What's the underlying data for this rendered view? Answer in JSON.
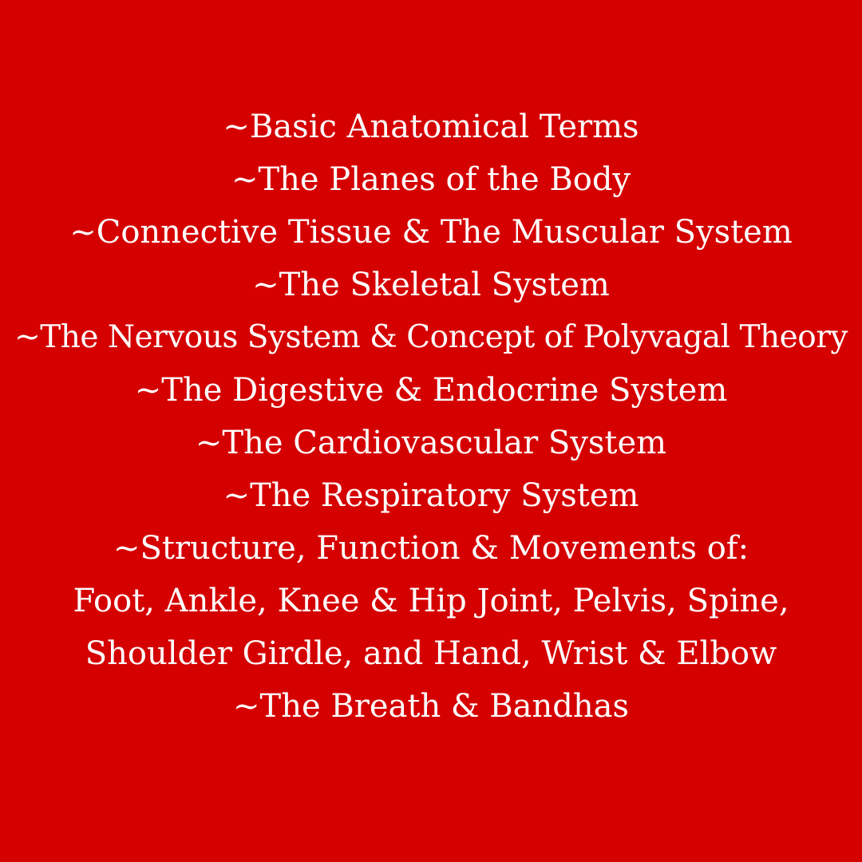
{
  "background_color": "#D50000",
  "text_color": "#FFFFFF",
  "topics": [
    "~Basic Anatomical Terms",
    "~The Planes of the Body",
    "~Connective Tissue & The Muscular System",
    "~The Skeletal System",
    "~The Nervous System & Concept of Polyvagal Theory",
    "~The Digestive & Endocrine System",
    "~The Cardiovascular System",
    "~The Respiratory System",
    "~Structure, Function & Movements of:",
    "Foot, Ankle, Knee & Hip Joint, Pelvis, Spine,",
    "Shoulder Girdle, and Hand, Wrist & Elbow",
    "~The Breath & Bandhas"
  ]
}
